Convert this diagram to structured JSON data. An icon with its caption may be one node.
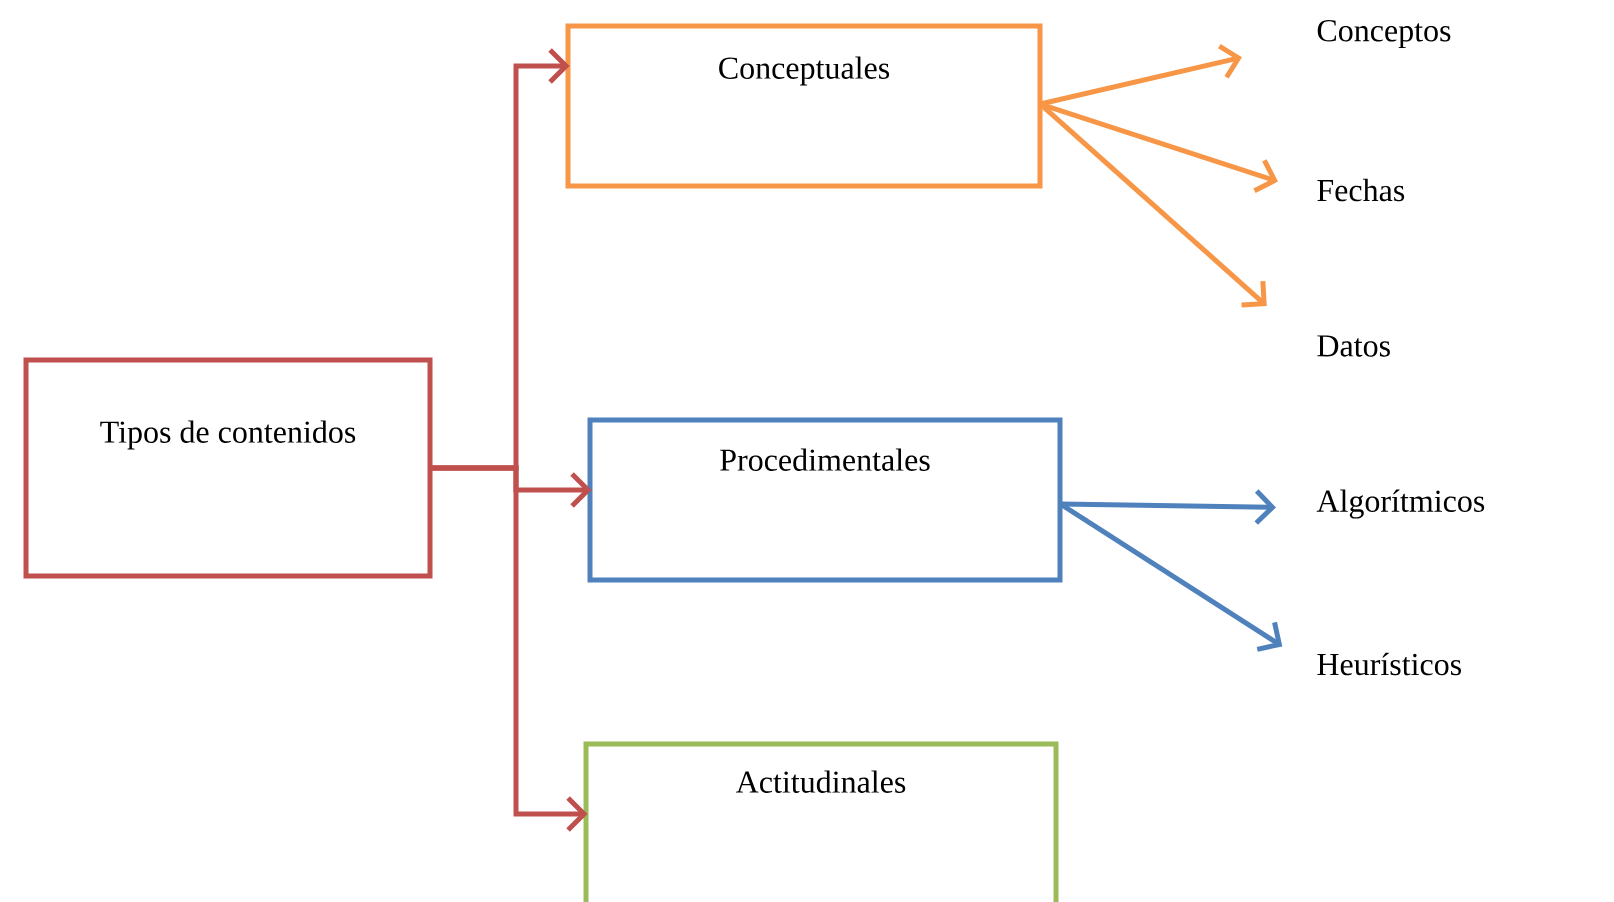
{
  "diagram": {
    "nodes": [
      {
        "text": [
          "Tipos de contenidos"
        ]
      },
      {
        "text": [
          "Conceptuales"
        ]
      },
      {
        "text": [
          "Procedimentales"
        ]
      },
      {
        "text": [
          "Actitudinales"
        ]
      },
      {
        "text": [
          "Conceptos"
        ]
      },
      {
        "text": [
          "Fechas"
        ]
      },
      {
        "text": [
          "Datos"
        ]
      },
      {
        "text": [
          "Algorítmicos"
        ]
      },
      {
        "text": [
          "Heurísticos"
        ]
      }
    ],
    "edges": [
      {
        "from": 0,
        "to": 1,
        "arrow": "to",
        "color": "#c0504d"
      },
      {
        "from": 0,
        "to": 2,
        "arrow": "to",
        "color": "#c0504d"
      },
      {
        "from": 0,
        "to": 3,
        "arrow": "to",
        "color": "#c0504d"
      },
      {
        "from": 1,
        "to": 4,
        "arrow": "to",
        "color": "#f79646"
      },
      {
        "from": 1,
        "to": 5,
        "arrow": "to",
        "color": "#f79646"
      },
      {
        "from": 1,
        "to": 6,
        "arrow": "to",
        "color": "#f79646"
      },
      {
        "from": 2,
        "to": 7,
        "arrow": "to",
        "color": "#4f81bd"
      },
      {
        "from": 2,
        "to": 8,
        "arrow": "to",
        "color": "#4f81bd"
      }
    ]
  }
}
